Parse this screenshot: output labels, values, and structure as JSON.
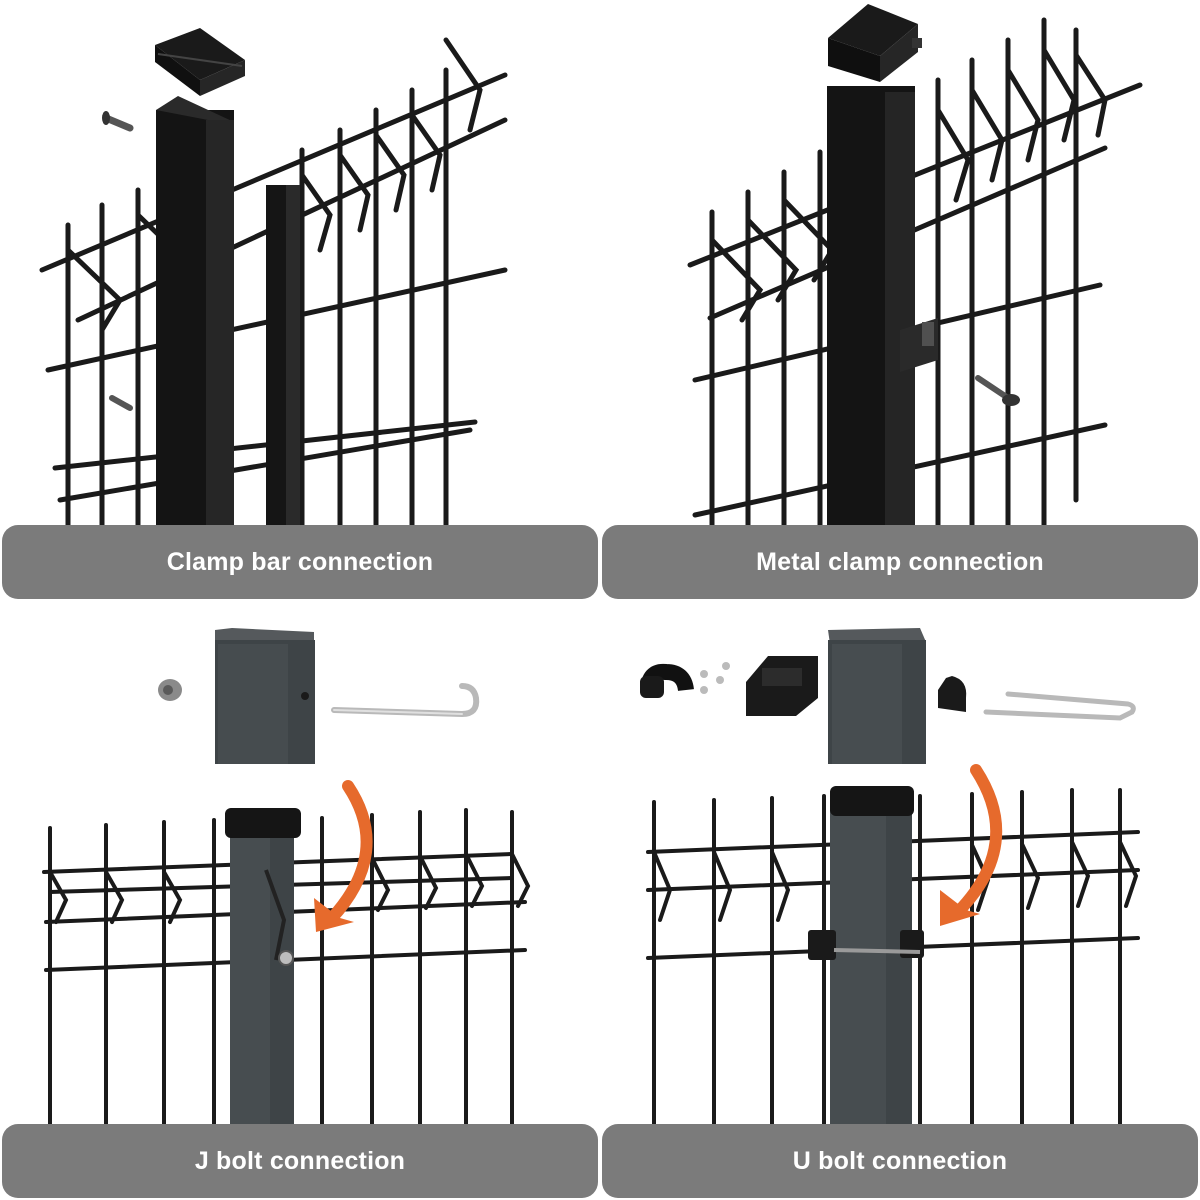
{
  "colors": {
    "label_bg": "#7b7b7b",
    "label_text": "#ffffff",
    "wire": "#1a1a1a",
    "post_black": "#141414",
    "post_anthracite": "#3e4447",
    "arrow_orange": "#e66a2c"
  },
  "panels": [
    {
      "label": "Clamp bar connection",
      "icons": [
        "post-cap-icon",
        "bolt-icon",
        "clamp-bar-icon"
      ]
    },
    {
      "label": "Metal clamp connection",
      "icons": [
        "post-cap-icon",
        "metal-clamp-icon",
        "bolt-icon"
      ]
    },
    {
      "label": "J bolt connection",
      "icons": [
        "nut-icon",
        "bracket-icon",
        "j-bolt-icon",
        "curved-arrow-icon"
      ]
    },
    {
      "label": "U bolt connection",
      "icons": [
        "spacer-icon",
        "clamp-block-icon",
        "bracket-icon",
        "u-clip-icon",
        "u-bolt-icon",
        "curved-arrow-icon"
      ]
    }
  ]
}
